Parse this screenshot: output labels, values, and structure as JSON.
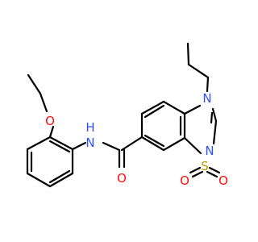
{
  "atoms": {
    "O_ether": {
      "label": "O",
      "color": "#ff0d0d"
    },
    "NH": {
      "label": "N",
      "sub_label": "H",
      "color": "#3050f8"
    },
    "N4": {
      "label": "N",
      "color": "#3050f8"
    },
    "N2": {
      "label": "N",
      "color": "#3050f8"
    },
    "S": {
      "label": "S",
      "color": "#c8a400"
    },
    "O_s1": {
      "label": "O",
      "color": "#ff0d0d"
    },
    "O_s2": {
      "label": "O",
      "color": "#ff0d0d"
    },
    "O_amide": {
      "label": "O",
      "color": "#ff0d0d"
    }
  }
}
